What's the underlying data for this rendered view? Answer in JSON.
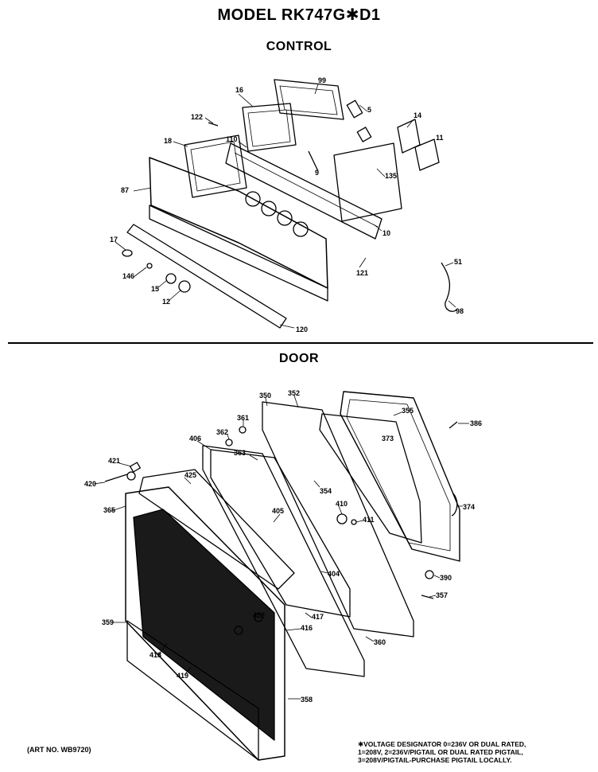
{
  "title": "MODEL RK747G✱D1",
  "sections": {
    "control": "CONTROL",
    "door": "DOOR"
  },
  "art_no": "(ART NO. WB9720)",
  "note": [
    "✱VOLTAGE DESIGNATOR 0=236V OR DUAL RATED,",
    "1=208V, 2=236V/PIGTAIL OR DUAL RATED PIGTAIL,",
    "3=208V/PIGTAIL-PURCHASE PIGTAIL LOCALLY."
  ],
  "control_parts": [
    "99",
    "16",
    "5",
    "14",
    "122",
    "18",
    "110",
    "9",
    "11",
    "135",
    "87",
    "10",
    "17",
    "146",
    "15",
    "12",
    "121",
    "51",
    "98",
    "120"
  ],
  "door_parts": [
    "350",
    "352",
    "355",
    "386",
    "361",
    "362",
    "406",
    "353",
    "373",
    "421",
    "425",
    "354",
    "420",
    "365",
    "410",
    "411",
    "374",
    "405",
    "404",
    "390",
    "357",
    "359",
    "417",
    "422",
    "416",
    "360",
    "418",
    "419",
    "358"
  ],
  "colors": {
    "ink": "#000000",
    "panel": "#1a1a1a",
    "paper": "#ffffff"
  }
}
